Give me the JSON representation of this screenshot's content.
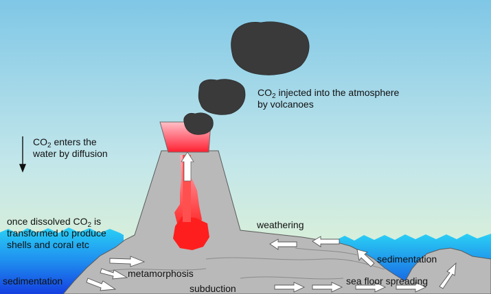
{
  "colors": {
    "sky_top": "#7fc7e6",
    "sky_bottom": "#dff1d2",
    "sea_top": "#28c8f0",
    "sea_bottom": "#1452e0",
    "rock": "#b8b8b8",
    "rock_outline": "#555555",
    "magma": "#ff2020",
    "smoke": "#3c3c3c",
    "arrow_fill": "#ffffff"
  },
  "labels": {
    "co2_atmos_pre": "CO",
    "co2_atmos_sub": "2",
    "co2_atmos_line1_post": " injected into the atmosphere",
    "co2_atmos_line2": "by volcanoes",
    "diff_pre": "CO",
    "diff_sub": "2",
    "diff_line1_post": " enters the",
    "diff_line2": "water by diffusion",
    "dissolved_line1_pre": "once dissolved CO",
    "dissolved_sub": "2",
    "dissolved_line1_post": " is",
    "dissolved_line2": "transformed to produce",
    "dissolved_line3": "shells and coral etc",
    "weathering": "weathering",
    "sedimentation_right": "sedimentation",
    "sedimentation_left": "sedimentation",
    "metamorphosis": "metamorphosis",
    "subduction": "subduction",
    "sea_floor_spreading": "sea floor spreading"
  },
  "icons": {
    "smoke": "smoke-cloud-icon",
    "magma": "magma-plume-icon",
    "arrow": "process-arrow-icon"
  }
}
